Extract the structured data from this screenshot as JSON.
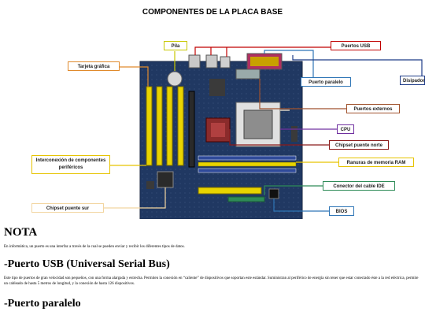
{
  "diagram": {
    "title": "COMPONENTES DE LA PLACA BASE",
    "labels": {
      "pila": "Pila",
      "puertos_usb": "Puertos USB",
      "tarjeta_grafica": "Tarjeta gráfica",
      "puerto_paralelo": "Puerto paralelo",
      "disipador": "Disipador",
      "puertos_externos": "Puertos externos",
      "cpu": "CPU",
      "chipset_norte": "Chipset puente norte",
      "interconexion": "Interconexión de componentes periféricos",
      "ranuras_ram": "Ranuras de memoria RAM",
      "conector_ide": "Conector del cable IDE",
      "chipset_sur": "Chipset puente sur",
      "bios": "BIOS"
    },
    "colors": {
      "pila": "#c8c800",
      "puertos_usb": "#c00000",
      "tarjeta_grafica": "#e08a2c",
      "puerto_paralelo": "#2e75b6",
      "disipador": "#1f3c88",
      "puertos_externos": "#a0522d",
      "cpu": "#7030a0",
      "chipset_norte": "#8b1a1a",
      "interconexion": "#e6c300",
      "ranuras_ram": "#e6c300",
      "conector_ide": "#2e8b57",
      "chipset_sur": "#f2d5a0",
      "bios": "#2e75b6"
    }
  },
  "content": {
    "nota_heading": "NOTA",
    "nota_text": "En informática, un puerto es una interfaz a través de la cual se pueden enviar y recibir los diferentes tipos de datos.",
    "usb_heading": "-Puerto USB (Universal Serial Bus)",
    "usb_text": "Este tipo de puertos de gran velocidad son pequeños, con una forma alargada y estrecha. Permiten la conexión en “caliente” de dispositivos que soportan este estándar. Suministran al periférico de energía sin tener que estar conectado éste a la red eléctrica, permite un cableado de hasta 5 metros de longitud, y la conexión de hasta 126 dispositivos.",
    "paralelo_heading": "-Puerto paralelo"
  }
}
